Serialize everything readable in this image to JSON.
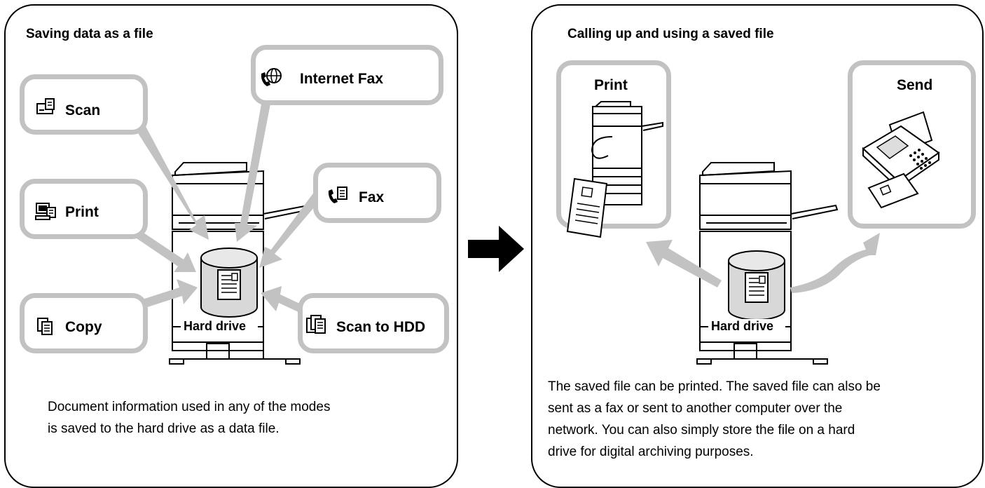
{
  "left_panel": {
    "title": "Saving data as a file",
    "modes": {
      "scan": "Scan",
      "internet_fax": "Internet Fax",
      "print": "Print",
      "fax": "Fax",
      "copy": "Copy",
      "scan_to_hdd": "Scan to HDD"
    },
    "hard_drive_label": "Hard drive",
    "description_line1": "Document information used in any of the modes",
    "description_line2": "is saved to the hard drive as a data file."
  },
  "right_panel": {
    "title": "Calling up and using a saved file",
    "print_label": "Print",
    "send_label": "Send",
    "hard_drive_label": "Hard drive",
    "description_lines": [
      "The saved file can be printed. The saved file can also be",
      "sent as a fax or sent to another computer over the",
      "network. You can also simply store the file on a hard",
      "drive for digital archiving purposes."
    ]
  },
  "colors": {
    "mode_border": "#c2c2c2",
    "arrow_gray": "#c2c2c2",
    "transition_arrow": "#000000"
  },
  "icons": [
    "scan-icon",
    "internet-fax-icon",
    "print-icon",
    "fax-icon",
    "copy-icon",
    "scan-to-hdd-icon"
  ]
}
